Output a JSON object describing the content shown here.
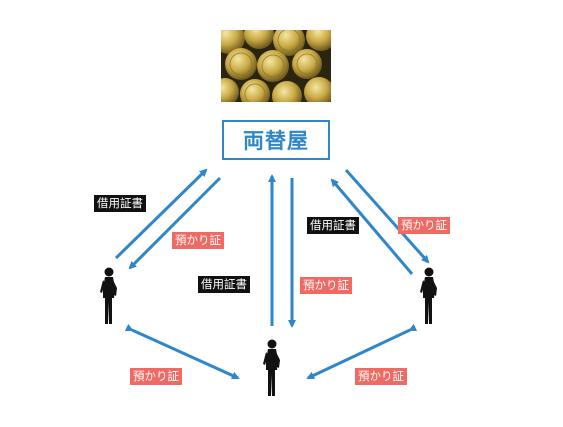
{
  "exchange": {
    "label": "両替屋"
  },
  "labels": {
    "iou": "借用証書",
    "deposit_receipt": "預かり証"
  },
  "colors": {
    "arrow": "#2f86c8",
    "box_border": "#2f86c8",
    "iou_bg": "#111111",
    "receipt_bg": "#ef6a63"
  },
  "icons": {
    "coins": "gold-coins-photo",
    "person": "person-silhouette-icon"
  }
}
